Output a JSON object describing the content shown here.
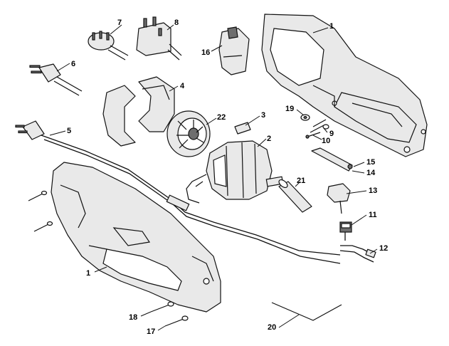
{
  "labels": {
    "n1a": "1",
    "n1b": "1",
    "n2": "2",
    "n3": "3",
    "n4": "4",
    "n5": "5",
    "n6": "6",
    "n7": "7",
    "n8": "8",
    "n9": "9",
    "n10": "10",
    "n11": "11",
    "n12": "12",
    "n13": "13",
    "n14": "14",
    "n15": "15",
    "n16": "16",
    "n17": "17",
    "n18": "18",
    "n19": "19",
    "n20": "20",
    "n21": "21",
    "n22": "22"
  }
}
